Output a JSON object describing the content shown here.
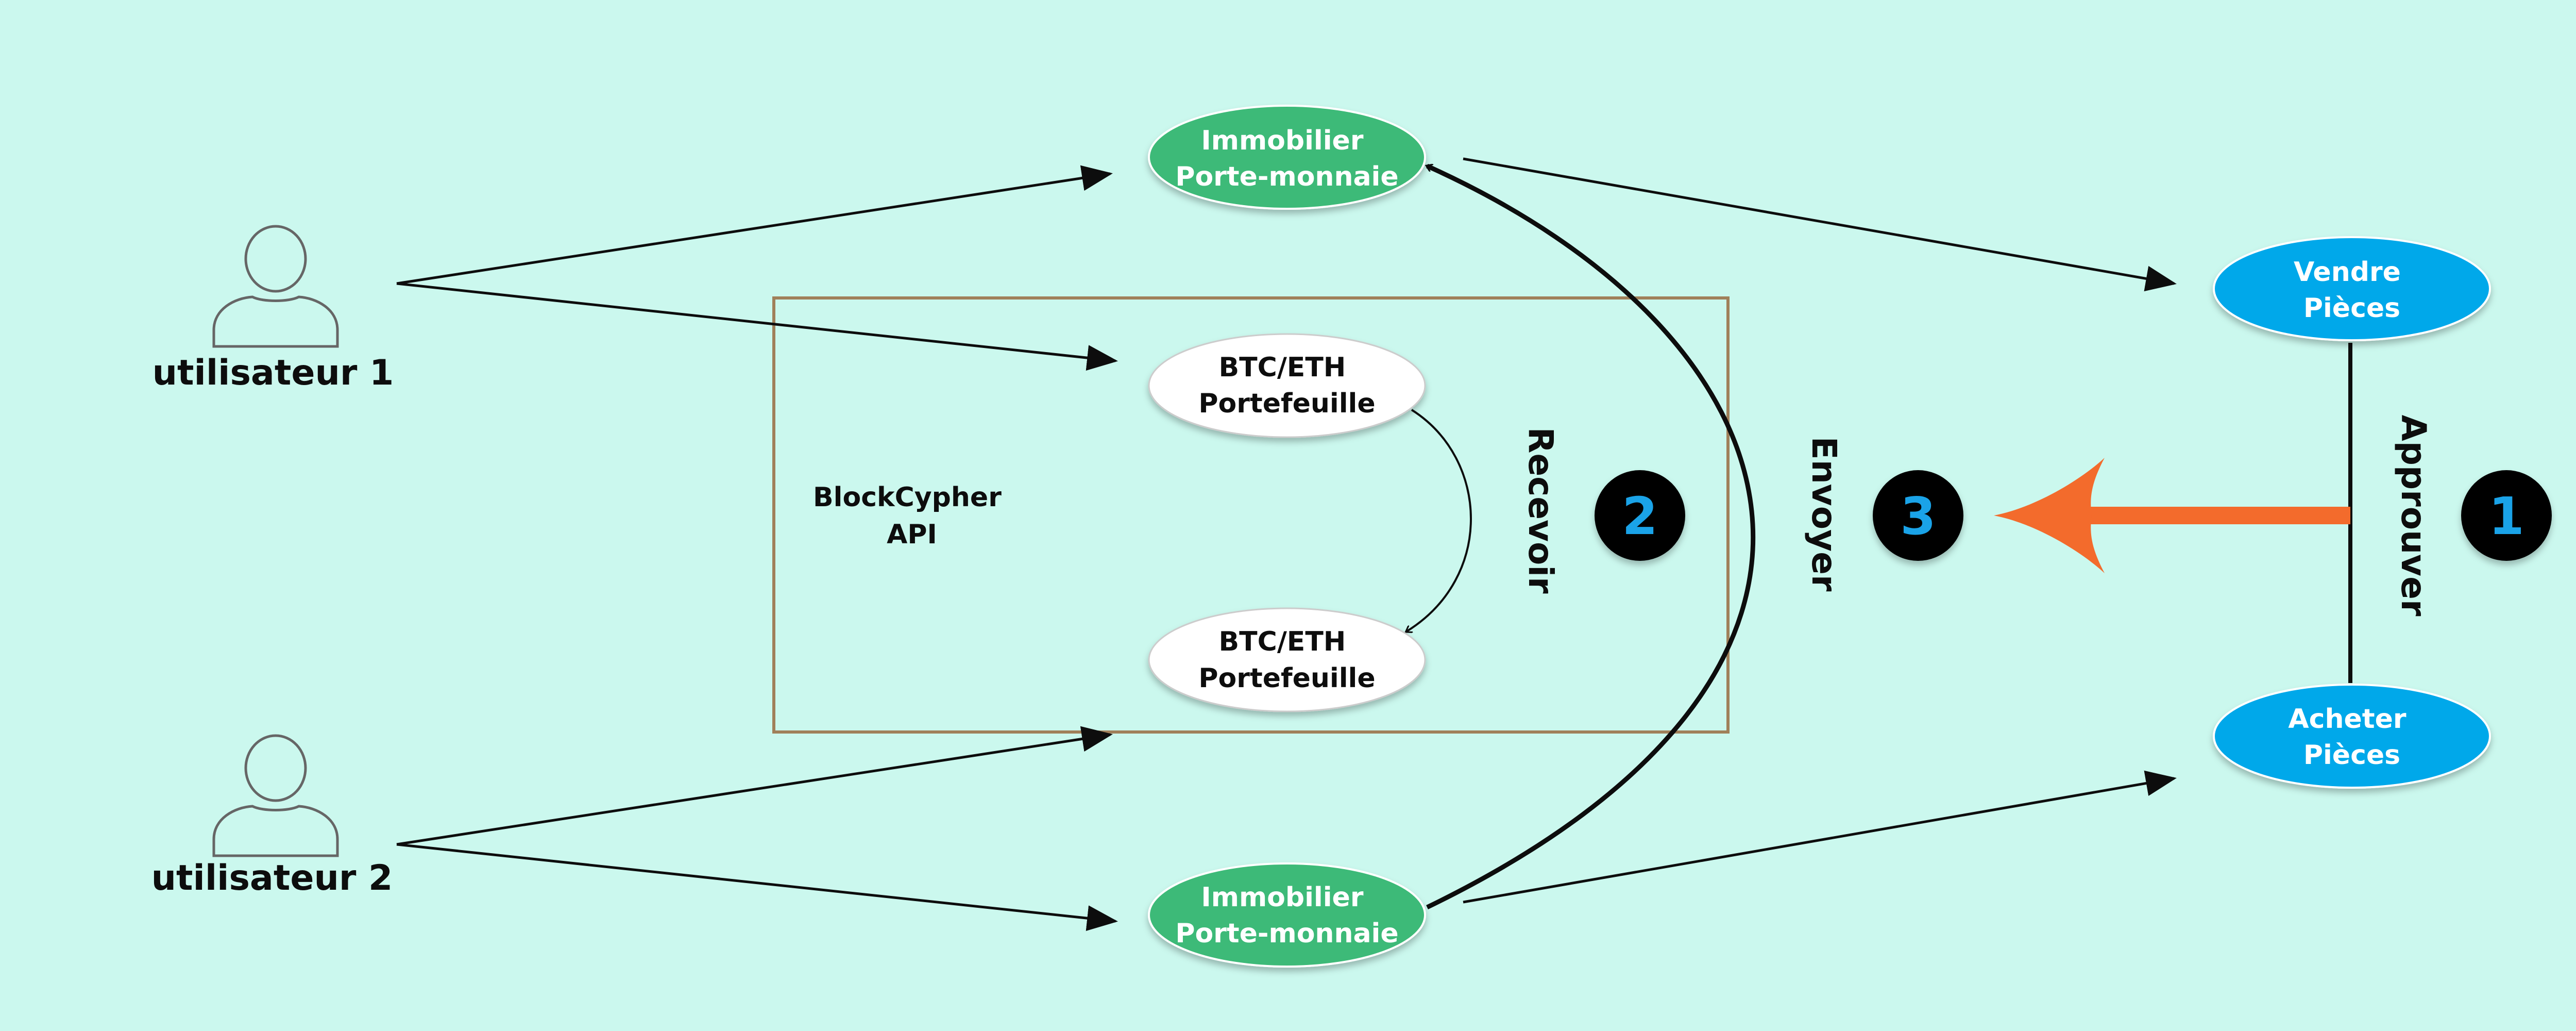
{
  "users": [
    {
      "label": "utilisateur 1"
    },
    {
      "label": "utilisateur 2"
    }
  ],
  "api_box": {
    "line1": "BlockCypher",
    "line2": "API"
  },
  "wallets": {
    "immobilier_top": {
      "line1": "Immobilier",
      "line2": "Porte-monnaie"
    },
    "immobilier_bottom": {
      "line1": "Immobilier",
      "line2": "Porte-monnaie"
    },
    "btc_top": {
      "line1": "BTC/ETH",
      "line2": "Portefeuille"
    },
    "btc_bottom": {
      "line1": "BTC/ETH",
      "line2": "Portefeuille"
    }
  },
  "market": {
    "sell": {
      "line1": "Vendre",
      "line2": "Pièces"
    },
    "buy": {
      "line1": "Acheter",
      "line2": "Pièces"
    }
  },
  "steps": {
    "receive_label": "Recevoir",
    "send_label": "Envoyer",
    "approve_label": "Approuver",
    "badge_1": "1",
    "badge_2": "2",
    "badge_3": "3"
  },
  "colors": {
    "background": "#cbf8ee",
    "immobilier_fill": "#3dba78",
    "market_fill": "#00a8ea",
    "wallet_fill": "#ffffff",
    "api_box_stroke": "#a0805a",
    "arrow_orange": "#f36b2c",
    "badge_fill": "#000000",
    "badge_text": "#1aa3e8"
  },
  "icons": {
    "user": "user-icon"
  }
}
